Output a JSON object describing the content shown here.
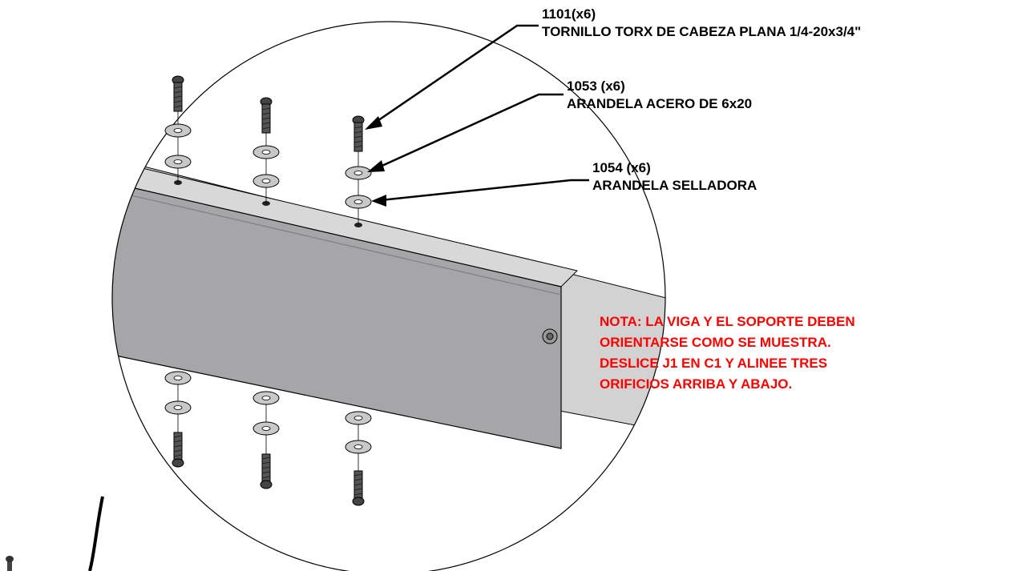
{
  "callouts": [
    {
      "part_number": "1101(x6)",
      "description": "TORNILLO TORX DE CABEZA PLANA 1/4-20x3/4\""
    },
    {
      "part_number": "1053 (x6)",
      "description": "ARANDELA ACERO DE 6x20"
    },
    {
      "part_number": "1054 (x6)",
      "description": "ARANDELA SELLADORA"
    }
  ],
  "note": {
    "lines": [
      "NOTA: LA VIGA Y EL SOPORTE DEBEN",
      "ORIENTARSE COMO SE MUESTRA.",
      "DESLICE J1 EN C1 Y ALINEE TRES",
      "ORIFICIOS ARRIBA Y ABAJO."
    ],
    "color": "#ff0000"
  },
  "colors": {
    "outline": "#000000",
    "bracket_face": "#a6a6a8",
    "beam_face": "#d2d2d2",
    "washer_fill": "#c8c8c8",
    "screw_fill": "#555555"
  },
  "icons": [
    "torx-screw-icon",
    "steel-washer-icon",
    "sealing-washer-icon"
  ]
}
